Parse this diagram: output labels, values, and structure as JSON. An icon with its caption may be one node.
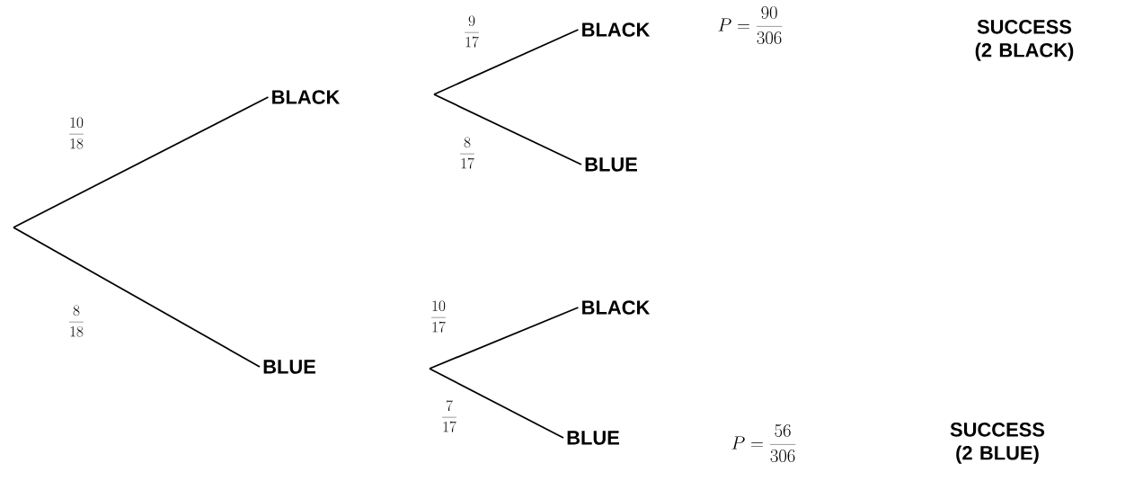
{
  "diagram": {
    "nodes": [
      {
        "text": [
          "BLACK"
        ]
      },
      {
        "text": [
          "BLUE"
        ]
      },
      {
        "text": [
          "BLACK"
        ]
      },
      {
        "text": [
          "BLUE"
        ]
      },
      {
        "text": [
          "BLACK"
        ]
      },
      {
        "text": [
          "BLUE"
        ]
      }
    ],
    "edges": [
      {
        "from": null,
        "to": 0,
        "arrow": "none",
        "label": "\\frac{10}{18}"
      },
      {
        "from": null,
        "to": 1,
        "arrow": "none",
        "label": "\\frac{8}{18}"
      },
      {
        "from": null,
        "to": 2,
        "arrow": "none",
        "label": "\\frac{9}{17}"
      },
      {
        "from": null,
        "to": 3,
        "arrow": "none",
        "label": "\\frac{8}{17}"
      },
      {
        "from": null,
        "to": 4,
        "arrow": "none",
        "label": "\\frac{10}{17}"
      },
      {
        "from": null,
        "to": 5,
        "arrow": "none",
        "label": "\\frac{7}{17}"
      }
    ],
    "labels": [
      "P=\\frac{90}{306}",
      "SUCCESS (2 BLACK)",
      "P=\\frac{56}{306}",
      "SUCCESS (2 BLUE)"
    ]
  }
}
